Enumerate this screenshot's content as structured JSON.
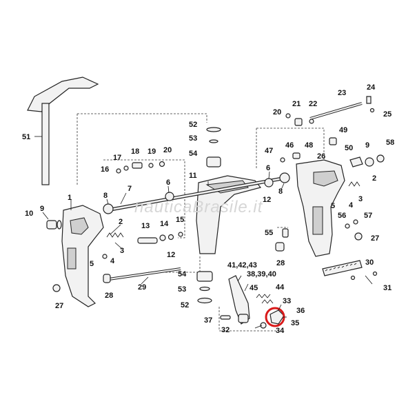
{
  "watermark": "nauticaBrasile.it",
  "highlight": {
    "part": "36",
    "color": "#d91a1a"
  },
  "part_numbers": [
    "1",
    "2",
    "3",
    "4",
    "5",
    "6",
    "7",
    "8",
    "9",
    "10",
    "11",
    "12",
    "13",
    "14",
    "15",
    "16",
    "17",
    "18",
    "19",
    "20",
    "21",
    "22",
    "23",
    "24",
    "25",
    "26",
    "27",
    "28",
    "29",
    "30",
    "31",
    "32",
    "33",
    "34",
    "35",
    "36",
    "37",
    "38,39,40",
    "41,42,43",
    "44",
    "45",
    "46",
    "47",
    "48",
    "49",
    "50",
    "51",
    "52",
    "53",
    "54",
    "55",
    "56",
    "57",
    "58"
  ]
}
